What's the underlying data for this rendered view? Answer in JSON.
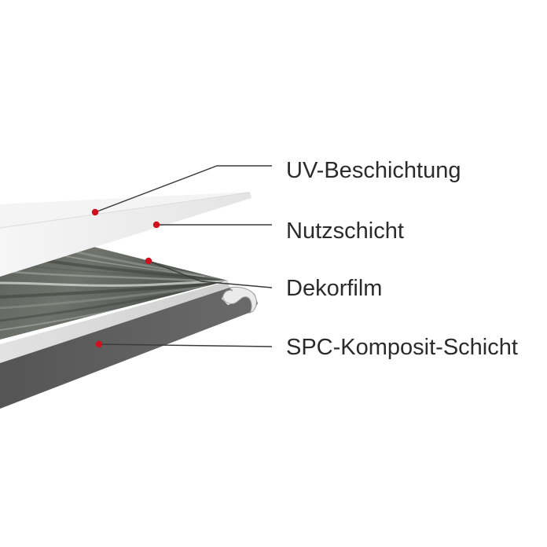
{
  "diagram": {
    "labels": {
      "uv": "UV-Beschichtung",
      "nutz": "Nutzschicht",
      "dekor": "Dekorfilm",
      "spc": "SPC-Komposit-Schicht"
    },
    "colors": {
      "marker": "#d0101e",
      "leader_line": "#3a3a3a",
      "core_top": "#d4d4d4",
      "core_side": "#5f5f5f",
      "wood_dark": "#4e524d",
      "wood_light": "#8f958e",
      "wear_layer": "#e9e9e9",
      "uv_layer": "#f1f1f1"
    }
  }
}
